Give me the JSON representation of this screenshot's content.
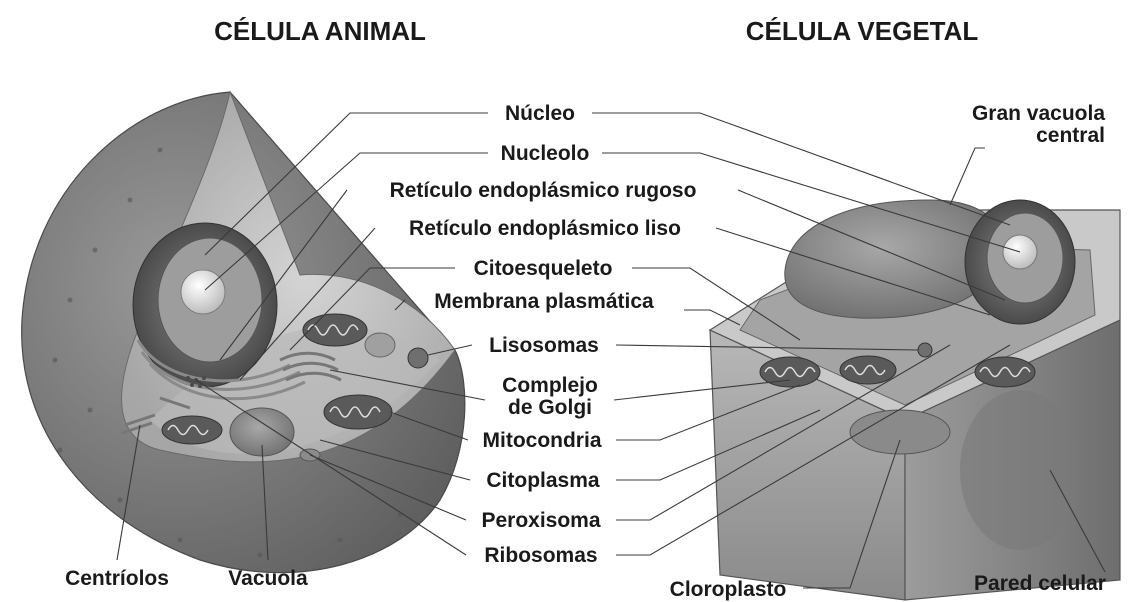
{
  "titles": {
    "animal": "CÉLULA ANIMAL",
    "vegetal": "CÉLULA VEGETAL"
  },
  "labels": {
    "nucleo": "Núcleo",
    "nucleolo": "Nucleolo",
    "rer": "Retículo endoplásmico rugoso",
    "rel": "Retículo endoplásmico liso",
    "citoesqueleto": "Citoesqueleto",
    "membrana": "Membrana plasmática",
    "lisosomas": "Lisosomas",
    "golgi_1": "Complejo",
    "golgi_2": "de Golgi",
    "mitocondria": "Mitocondria",
    "citoplasma": "Citoplasma",
    "peroxisoma": "Peroxisoma",
    "ribosomas": "Ribosomas",
    "centriolos": "Centríolos",
    "vacuola": "Vacuola",
    "gran_vacuola_1": "Gran vacuola",
    "gran_vacuola_2": "central",
    "cloroplasto": "Cloroplasto",
    "pared": "Pared celular"
  }
}
